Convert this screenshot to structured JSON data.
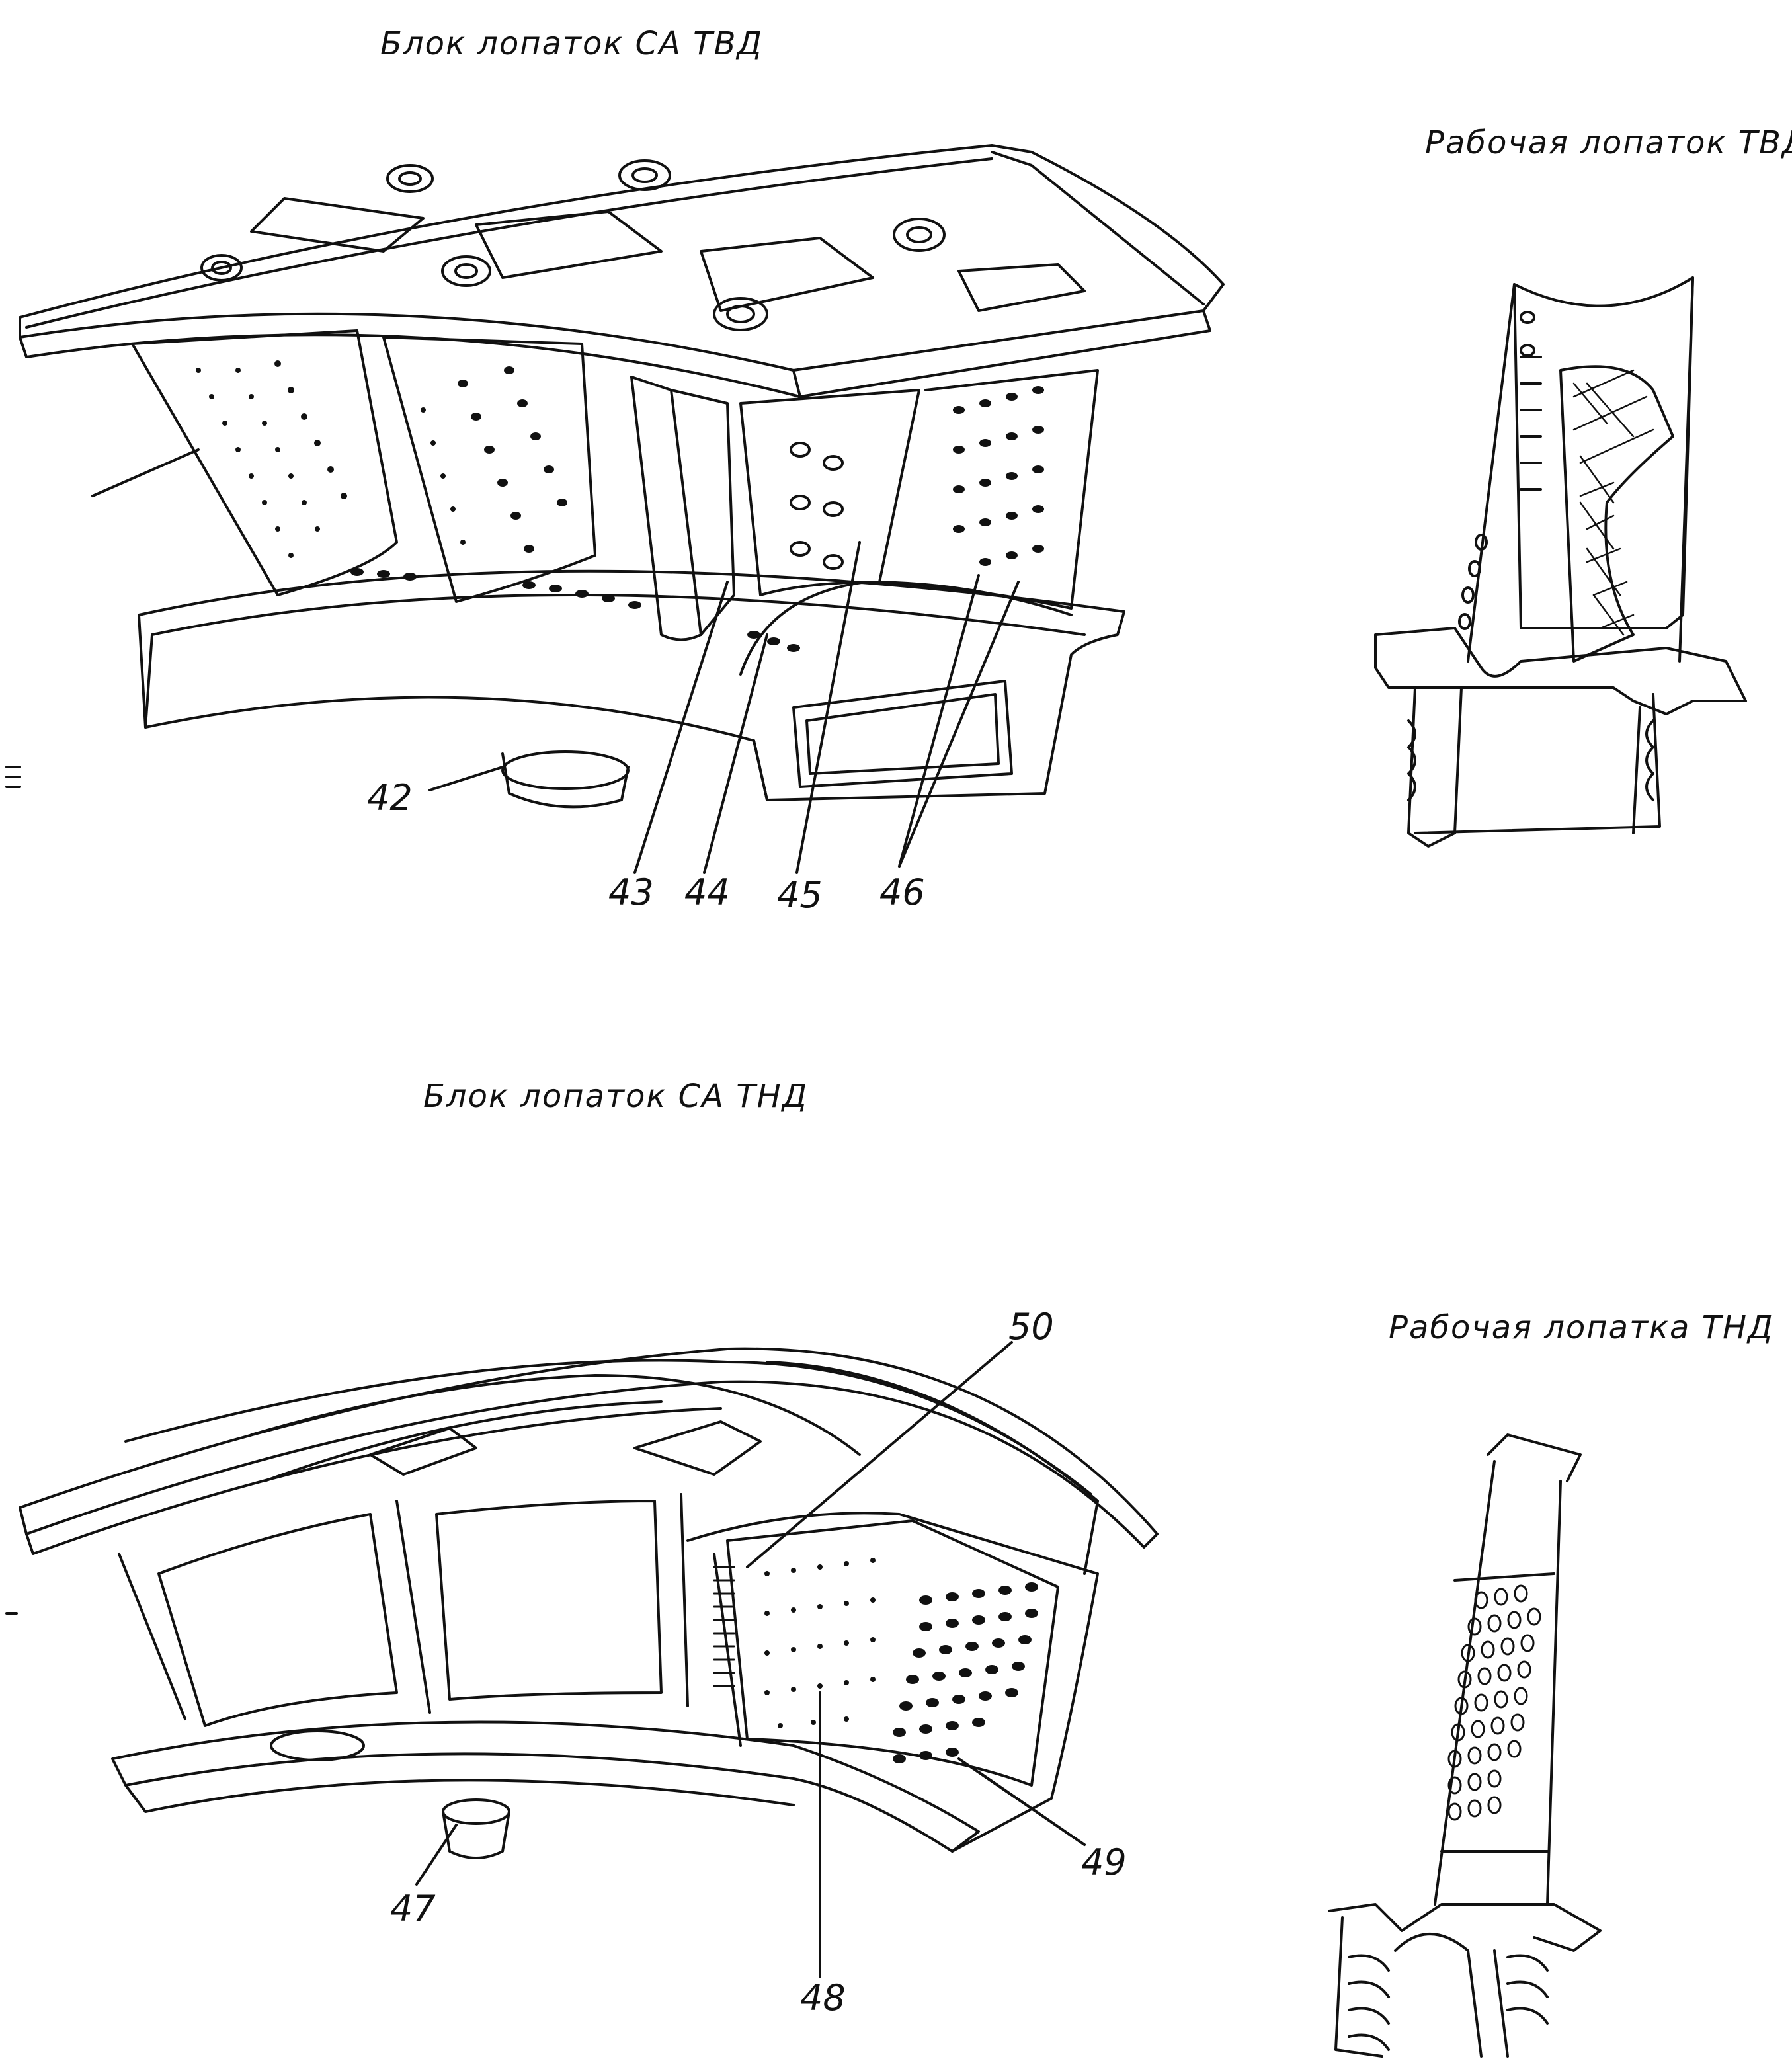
{
  "titles": {
    "hpt_nozzle_block": "Блок лопаток СА ТВД",
    "hpt_rotor_blade": "Рабочая лопаток ТВД",
    "lpt_nozzle_block": "Блок лопаток СА ТНД",
    "lpt_rotor_blade": "Рабочая лопатка ТНД"
  },
  "callouts": {
    "c42": "42",
    "c43": "43",
    "c44": "44",
    "c45": "45",
    "c46": "46",
    "c47": "47",
    "c48": "48",
    "c49": "49",
    "c50": "50"
  },
  "colors": {
    "ink": "#111111",
    "paper": "#ffffff"
  }
}
